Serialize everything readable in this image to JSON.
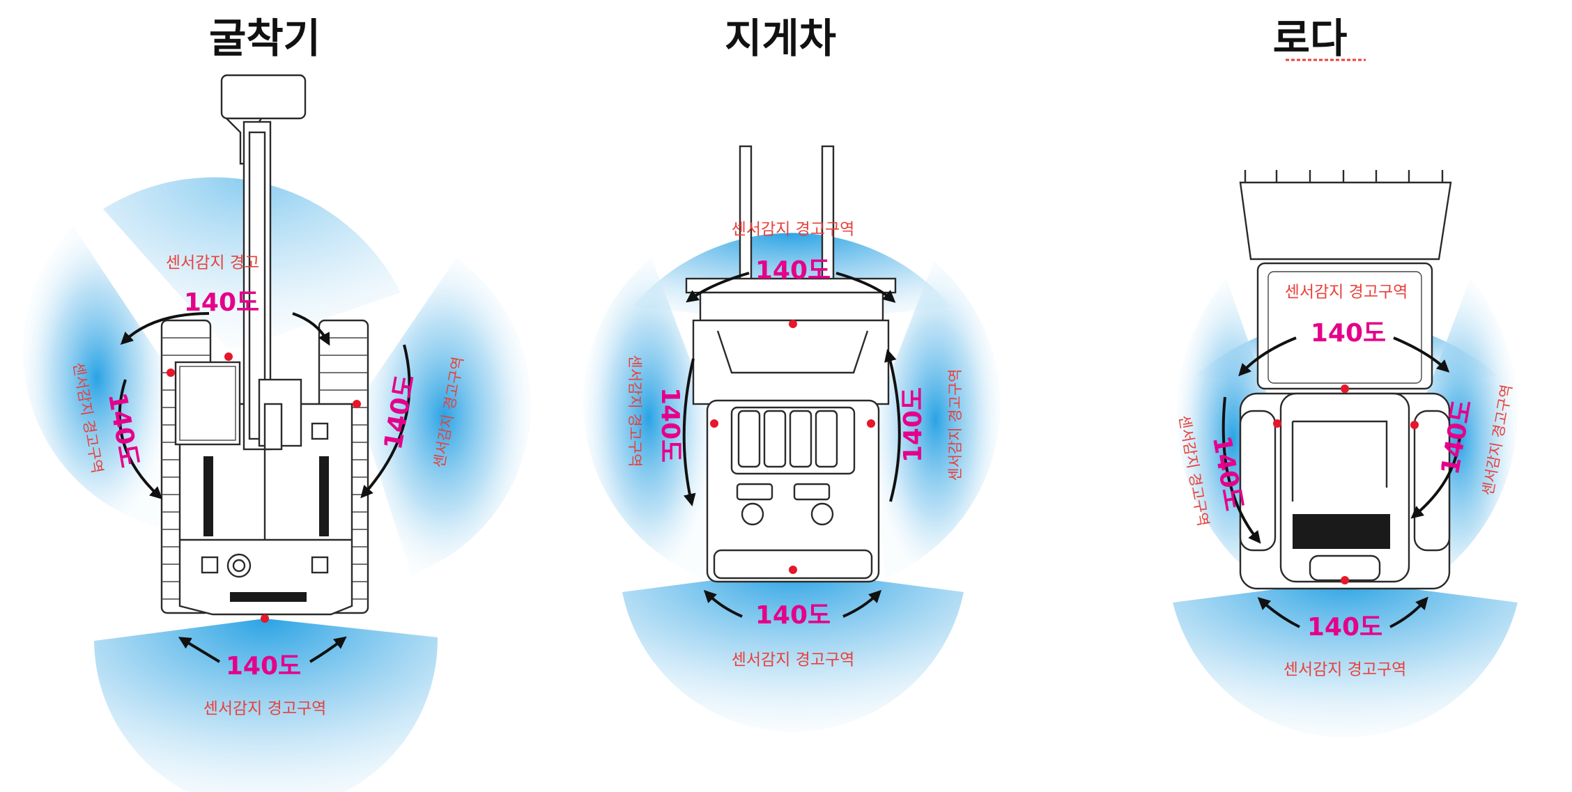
{
  "titles": {
    "excavator": "굴착기",
    "forklift": "지게차",
    "loader": "로다"
  },
  "labels": {
    "angle": "140도",
    "zone": "센서감지 경고구역",
    "zone_partial": "센서감지 경고",
    "zone_loader_front": "센서감지 경고구역"
  },
  "colors": {
    "zone_blue": "#2aa3e4",
    "angle_magenta": "#e5008a",
    "zone_text_red": "#e8403a",
    "sensor_dot_red": "#e5172b",
    "title_black": "#111111"
  }
}
